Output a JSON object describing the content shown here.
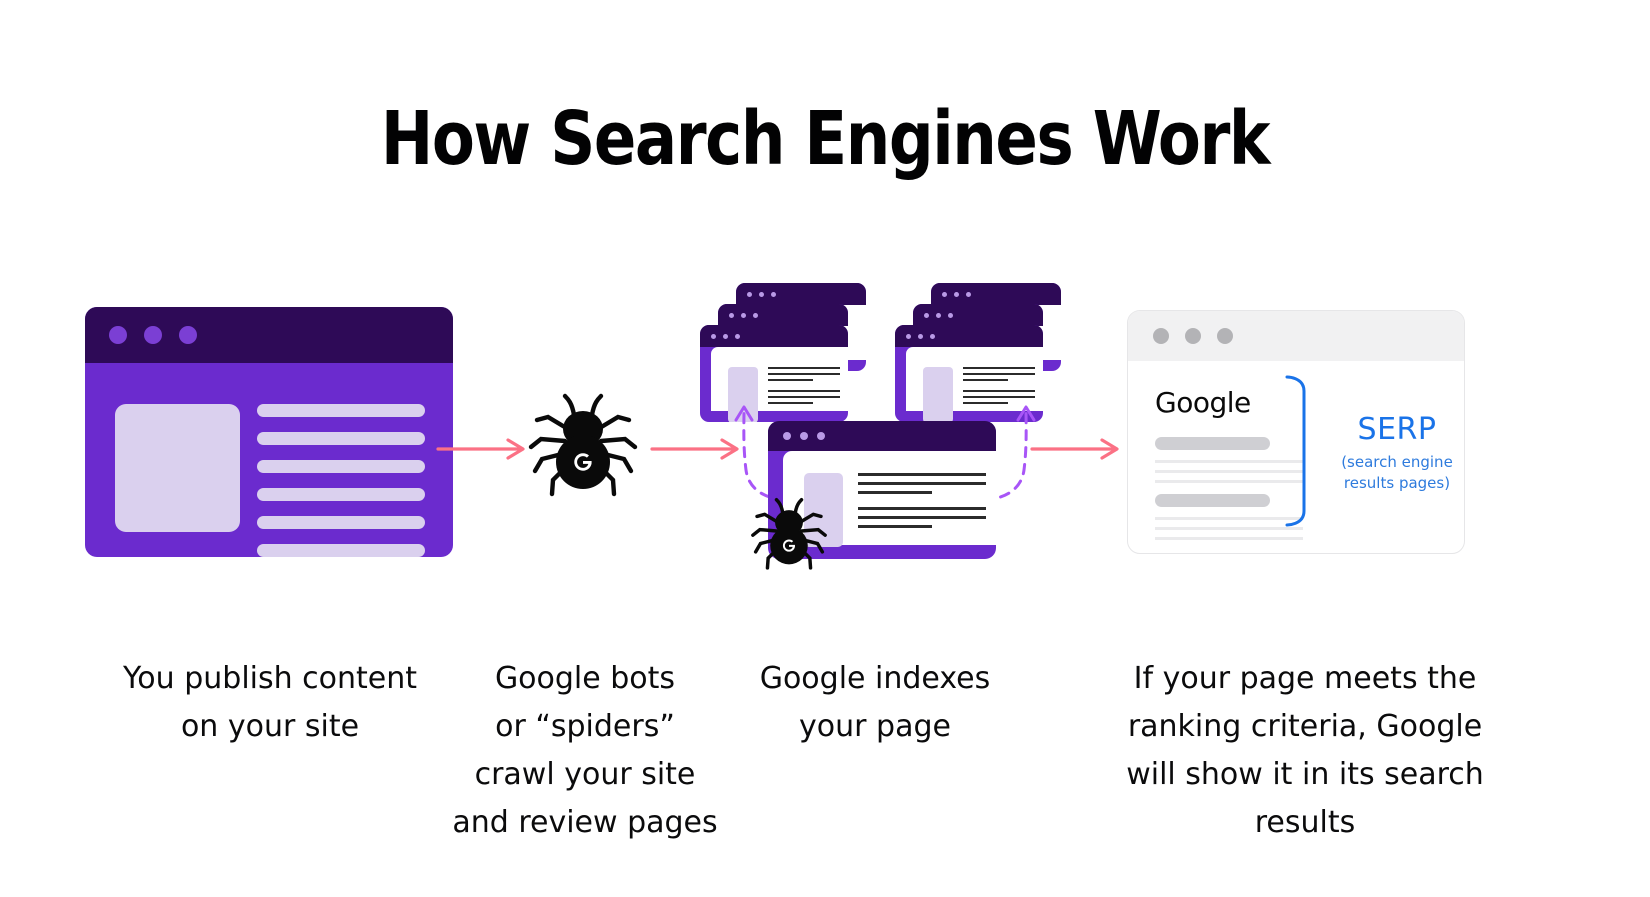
{
  "page": {
    "title": "How Search Engines Work",
    "background": "#FFFFFF"
  },
  "colors": {
    "purple_dark": "#2E0A57",
    "purple": "#6B2BCE",
    "lavender": "#DAD0EE",
    "dot_purple": "#7B3FD4",
    "arrow_pink": "#FB7185",
    "dashed_purple": "#A855F7",
    "serp_blue": "#1A73E8",
    "serp_gray_bar": "#F1F1F2",
    "serp_dot": "#B3B3B6",
    "text": "#0B0B0C"
  },
  "steps": [
    {
      "id": "publish",
      "caption": "You publish content\non your site",
      "visual": "browser-window"
    },
    {
      "id": "crawl",
      "caption": "Google bots\nor “spiders”\ncrawl your site\nand review pages",
      "visual": "google-spider-bot"
    },
    {
      "id": "index",
      "caption": "Google indexes\nyour page",
      "visual": "stacked-browser-windows"
    },
    {
      "id": "rank",
      "caption": "If your page meets the\nranking criteria, Google\nwill show it in its search\nresults",
      "visual": "serp-window"
    }
  ],
  "serp": {
    "logo": "Google",
    "label": "SERP",
    "sublabel": "(search engine\nresults pages)",
    "results_count": 2
  },
  "icons": {
    "spider": "google-spider-icon",
    "arrow": "arrow-right-icon",
    "dashed_arrow": "dashed-curved-arrow-icon",
    "bracket": "brace-bracket-icon"
  }
}
